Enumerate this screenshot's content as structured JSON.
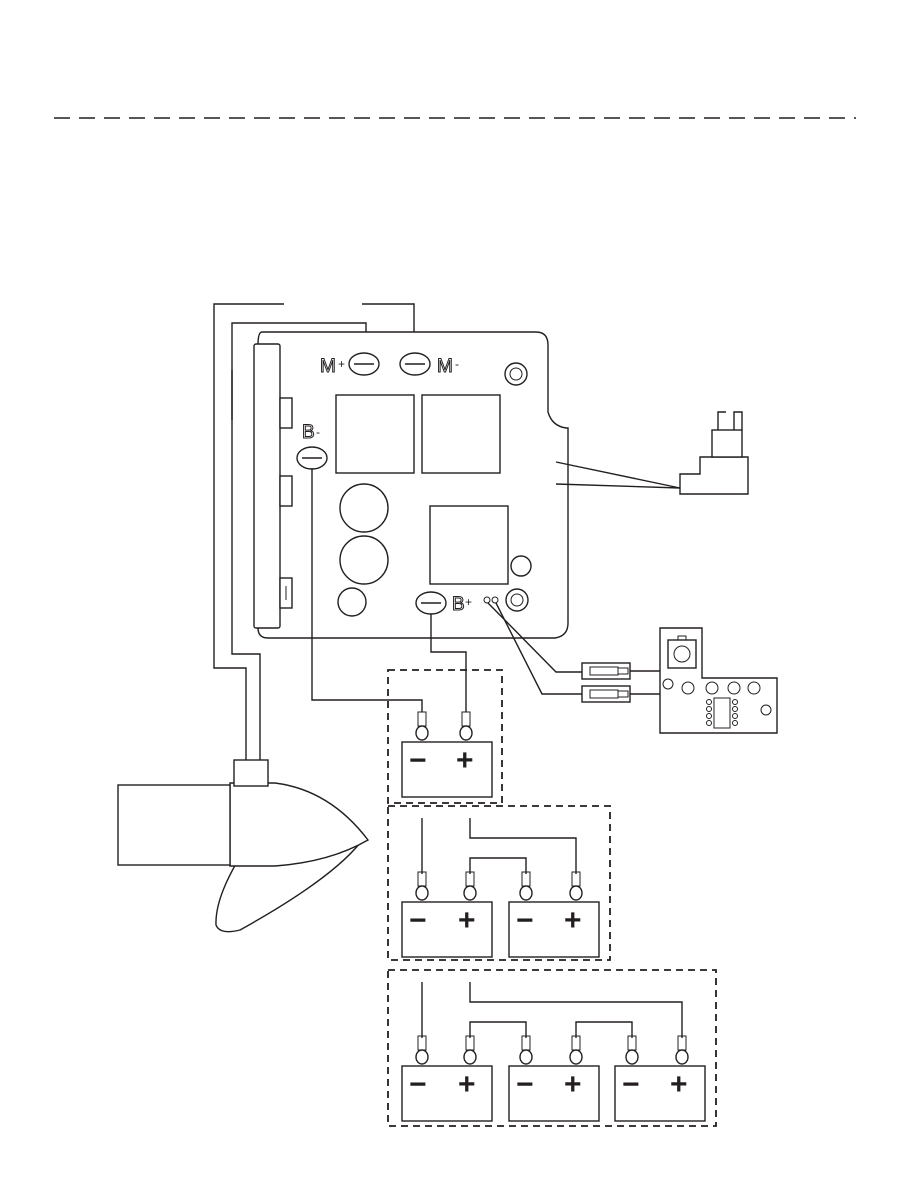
{
  "labels": {
    "motor_positive": "M",
    "motor_positive_sign": "+",
    "motor_negative": "M",
    "motor_negative_sign": "-",
    "battery_negative": "B",
    "battery_negative_sign": "-",
    "battery_positive": "B",
    "battery_positive_sign": "+"
  },
  "battery_terminals": {
    "negative": "−",
    "positive": "+"
  },
  "battery_banks": [
    {
      "batteries": 1
    },
    {
      "batteries": 2
    },
    {
      "batteries": 3
    }
  ]
}
